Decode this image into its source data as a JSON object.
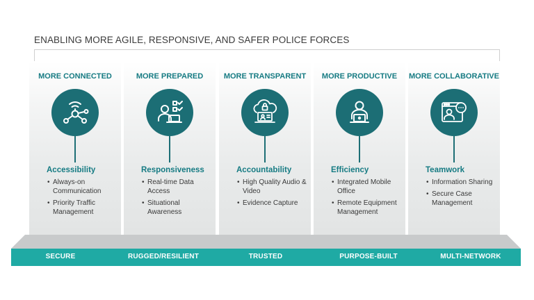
{
  "title": "ENABLING MORE AGILE, RESPONSIVE, AND SAFER POLICE FORCES",
  "colors": {
    "teal_dark": "#1c6e75",
    "teal_text": "#167b83",
    "teal_bar": "#1faaa4",
    "platform_gray": "#c8cacb"
  },
  "pillars": [
    {
      "title": "MORE CONNECTED",
      "icon": "network-hub-icon",
      "category": "Accessibility",
      "bullets": [
        "Always-on Communication",
        "Priority Traffic Management"
      ]
    },
    {
      "title": "MORE PREPARED",
      "icon": "user-checklist-icon",
      "category": "Responsiveness",
      "bullets": [
        "Real-time Data Access",
        "Situational Awareness"
      ]
    },
    {
      "title": "MORE TRANSPARENT",
      "icon": "cloud-secure-laptop-icon",
      "category": "Accountability",
      "bullets": [
        "High Quality Audio & Video",
        "Evidence Capture"
      ]
    },
    {
      "title": "MORE PRODUCTIVE",
      "icon": "user-laptop-icon",
      "category": "Efficiency",
      "bullets": [
        "Integrated Mobile Office",
        "Remote Equipment Management"
      ]
    },
    {
      "title": "MORE COLLABORATIVE",
      "icon": "chat-window-icon",
      "category": "Teamwork",
      "bullets": [
        "Information Sharing",
        "Secure Case Management"
      ]
    }
  ],
  "foundation": [
    "SECURE",
    "RUGGED/RESILIENT",
    "TRUSTED",
    "PURPOSE-BUILT",
    "MULTI-NETWORK"
  ]
}
